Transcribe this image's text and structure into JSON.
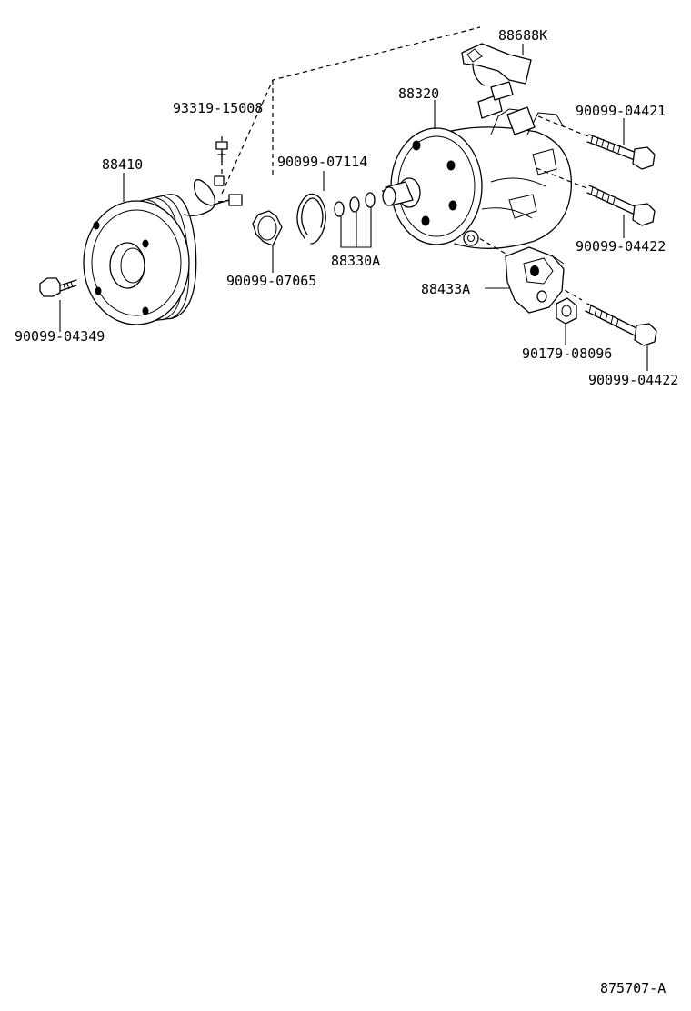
{
  "diagram": {
    "labels": {
      "p88688K": "88688K",
      "p88320": "88320",
      "p93319_15008": "93319-15008",
      "p90099_04421": "90099-04421",
      "p88410": "88410",
      "p90099_07114": "90099-07114",
      "p90099_04422_a": "90099-04422",
      "p88330A": "88330A",
      "p90099_07065": "90099-07065",
      "p88433A": "88433A",
      "p90099_04349": "90099-04349",
      "p90179_08096": "90179-08096",
      "p90099_04422_b": "90099-04422"
    },
    "figure_code": "875707-A"
  }
}
